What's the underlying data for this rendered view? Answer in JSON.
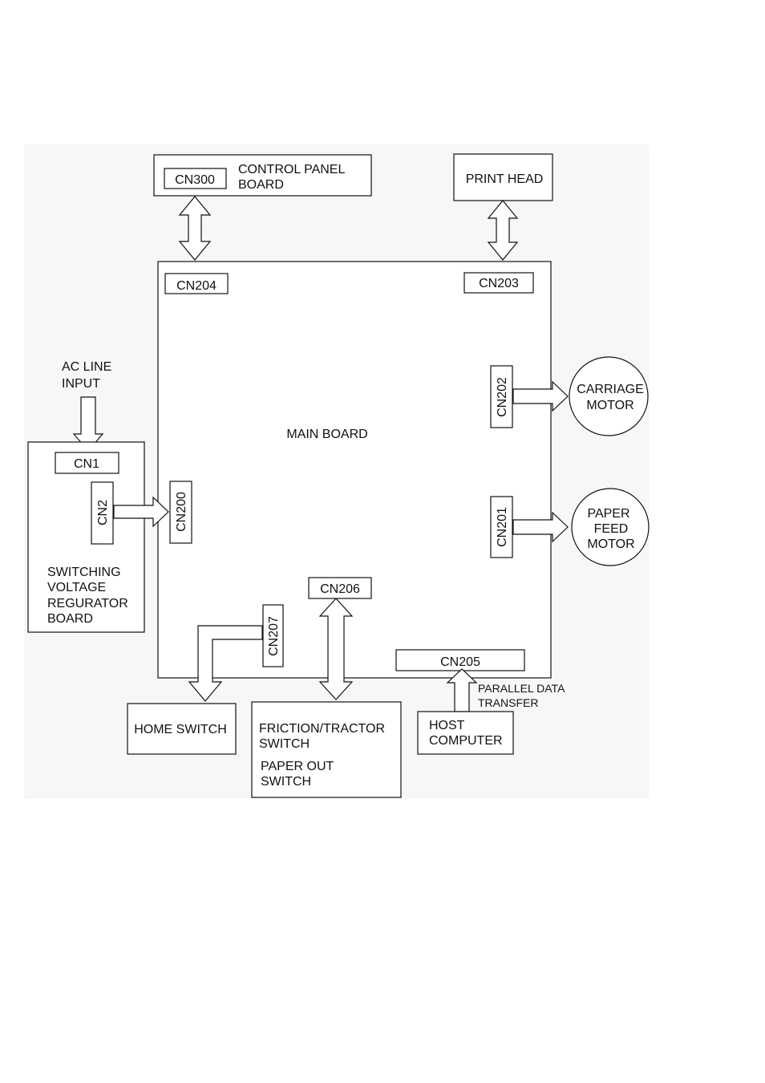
{
  "diagram": {
    "control_panel": {
      "connector": "CN300",
      "line1": "CONTROL PANEL",
      "line2": "BOARD"
    },
    "print_head": "PRINT HEAD",
    "main_board": {
      "label": "MAIN BOARD",
      "cn204": "CN204",
      "cn203": "CN203",
      "cn202": "CN202",
      "cn201": "CN201",
      "cn200": "CN200",
      "cn206": "CN206",
      "cn207": "CN207",
      "cn205": "CN205"
    },
    "ac_input": {
      "line1": "AC LINE",
      "line2": "INPUT"
    },
    "regulator": {
      "cn1": "CN1",
      "cn2": "CN2",
      "line1": "SWITCHING",
      "line2": "VOLTAGE",
      "line3": "REGURATOR",
      "line4": "BOARD"
    },
    "carriage_motor": {
      "line1": "CARRIAGE",
      "line2": "MOTOR"
    },
    "paper_feed_motor": {
      "line1": "PAPER",
      "line2": "FEED",
      "line3": "MOTOR"
    },
    "home_switch": "HOME SWITCH",
    "friction_switch": {
      "line1": "FRICTION/TRACTOR",
      "line2": "SWITCH",
      "line3": "PAPER OUT",
      "line4": "SWITCH"
    },
    "host_computer": {
      "line1": "HOST",
      "line2": "COMPUTER"
    },
    "parallel": {
      "line1": "PARALLEL DATA",
      "line2": "TRANSFER"
    }
  }
}
